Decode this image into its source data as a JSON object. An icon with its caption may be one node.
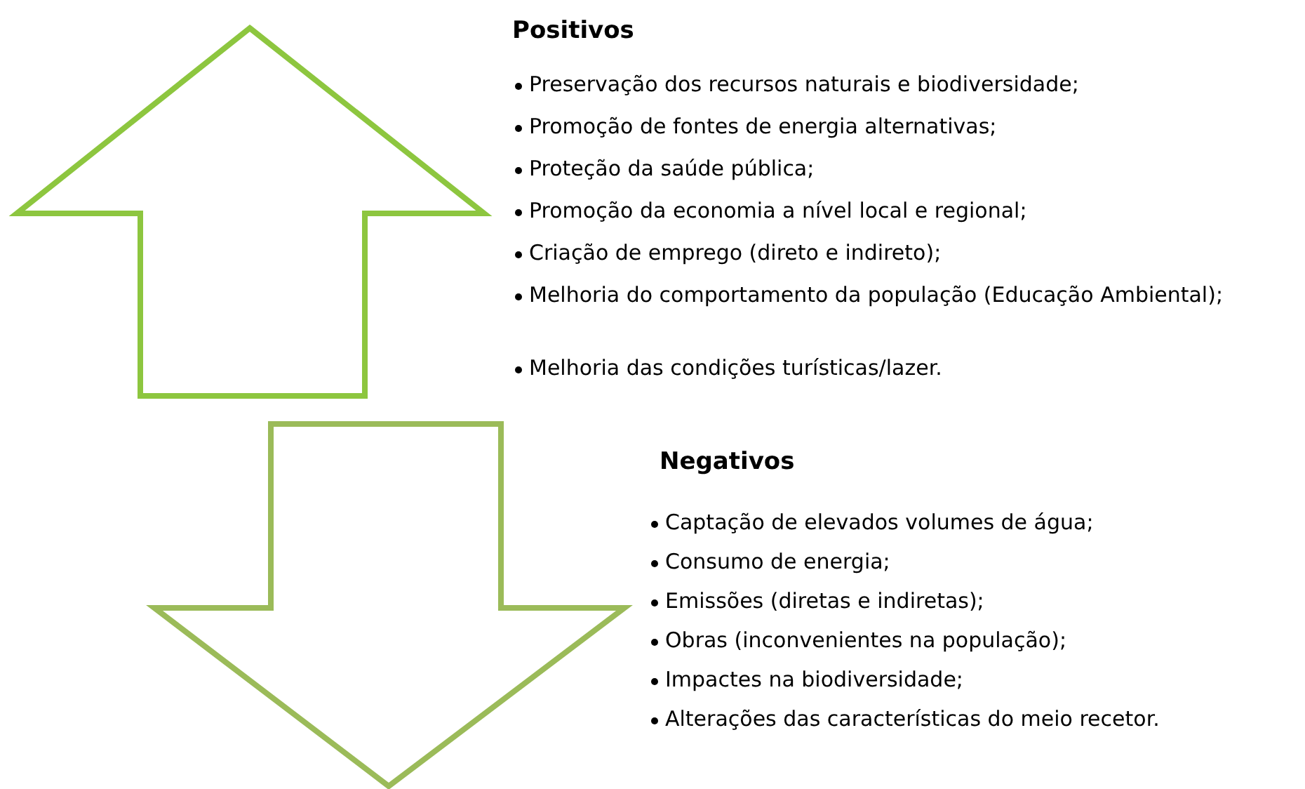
{
  "diagram": {
    "labels": [
      "Positivos",
      "Preservação dos recursos naturais e biodiversidade;",
      "Promoção de fontes de energia alternativas;",
      "Proteção da saúde pública;",
      "Promoção da economia a nível local e regional;",
      "Criação de emprego (direto e indireto);",
      "Melhoria do comportamento da população (Educação Ambiental);",
      "Melhoria das condições turísticas/lazer.",
      "Negativos",
      "Captação de elevados volumes de água;",
      "Consumo de energia;",
      "Emissões (diretas e indiretas);",
      "Obras (inconvenientes na população);",
      "Impactes na biodiversidade;",
      "Alterações das características do meio recetor."
    ]
  }
}
